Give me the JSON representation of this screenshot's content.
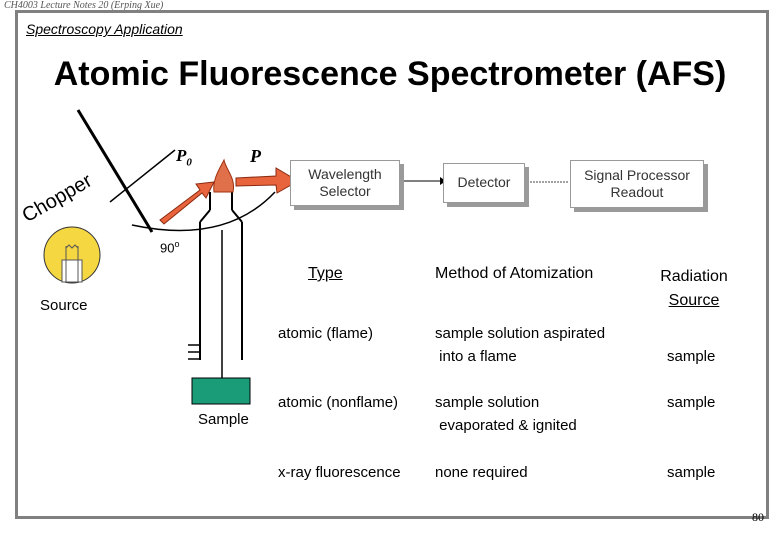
{
  "header": "CH4003 Lecture Notes 20 (Erping Xue)",
  "subtitle": "Spectroscopy Application",
  "title": "Atomic Fluorescence Spectrometer (AFS)",
  "diagram": {
    "p0_label": "P",
    "p0_subscript": "0",
    "p_label": "P",
    "chopper_label": "Chopper",
    "angle_label": "90",
    "angle_sup": "o",
    "source_label": "Source",
    "sample_label": "Sample",
    "wavelength_selector": [
      "Wavelength",
      "Selector"
    ],
    "detector": "Detector",
    "signal_processor": [
      "Signal Processor",
      "Readout"
    ],
    "colors": {
      "arrow": "#e8643c",
      "sample": "#1a9c78",
      "bulb": "#f5d742",
      "flame": "#e0704a"
    }
  },
  "table": {
    "headers": {
      "type": "Type",
      "method": "Method of Atomization",
      "radiation": [
        "Radiation",
        "Source"
      ]
    },
    "rows": [
      {
        "type": "atomic (flame)",
        "method": [
          "sample solution aspirated",
          " into a flame"
        ],
        "radiation": "sample"
      },
      {
        "type": "atomic (nonflame)",
        "method": [
          "sample solution",
          " evaporated & ignited"
        ],
        "radiation": "sample"
      },
      {
        "type": "x-ray fluorescence",
        "method": [
          "none required"
        ],
        "radiation": "sample"
      }
    ]
  },
  "page_number": "80"
}
